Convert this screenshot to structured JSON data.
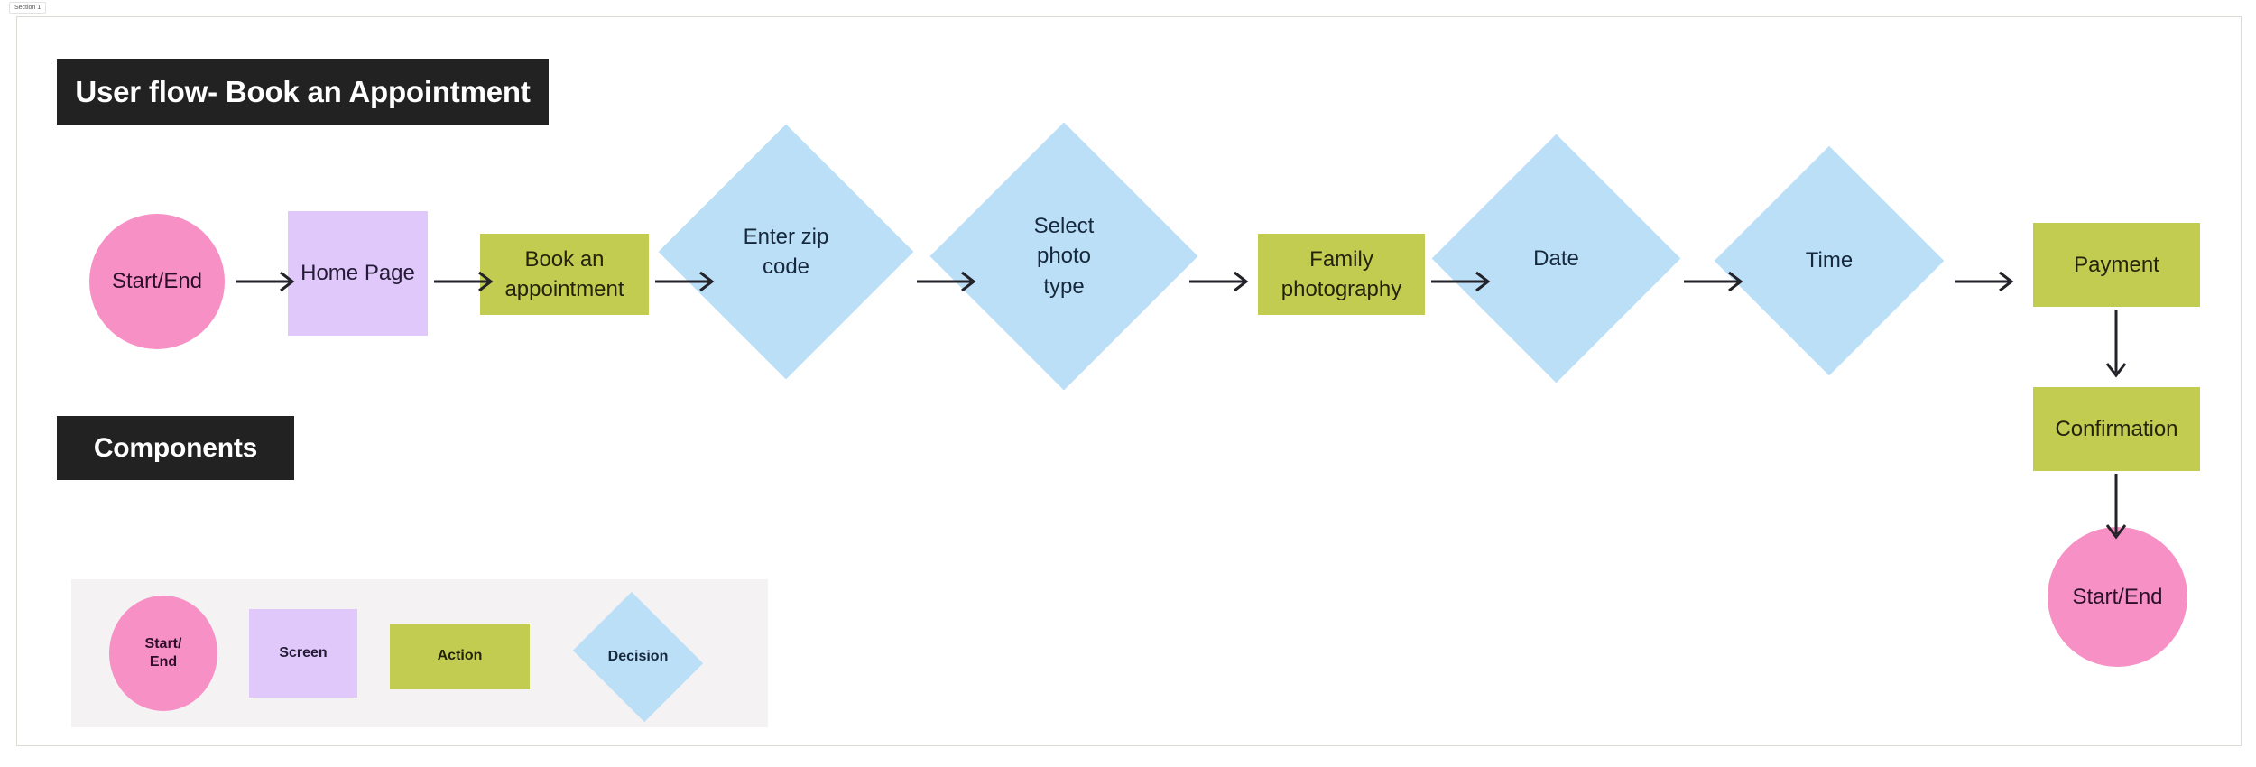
{
  "section": {
    "tab_label": "Section 1"
  },
  "banners": {
    "title_main": "User flow",
    "title_rest": "- Book an Appointment",
    "components": "Components"
  },
  "flow": {
    "nodes": [
      {
        "id": "start",
        "label": "Start/End",
        "type": "terminal",
        "color": "#F790C4"
      },
      {
        "id": "home",
        "label": "Home Page",
        "type": "screen",
        "color": "#E0C8FB"
      },
      {
        "id": "book",
        "label": "Book an appointment",
        "type": "action",
        "color": "#C2CC51"
      },
      {
        "id": "zip",
        "label": "Enter zip code",
        "type": "decision",
        "color": "#BCDFF8"
      },
      {
        "id": "phototype",
        "label": "Select photo type",
        "type": "decision",
        "color": "#BCDFF8"
      },
      {
        "id": "family",
        "label": "Family photography",
        "type": "action",
        "color": "#C2CC51"
      },
      {
        "id": "date",
        "label": "Date",
        "type": "decision",
        "color": "#BCDFF8"
      },
      {
        "id": "time",
        "label": "Time",
        "type": "decision",
        "color": "#BCDFF8"
      },
      {
        "id": "payment",
        "label": "Payment",
        "type": "action",
        "color": "#C2CC51"
      },
      {
        "id": "confirmation",
        "label": "Confirmation",
        "type": "action",
        "color": "#C2CC51"
      },
      {
        "id": "end",
        "label": "Start/End",
        "type": "terminal",
        "color": "#F790C4"
      }
    ],
    "node_lines": {
      "book": [
        "Book an",
        "appointment"
      ],
      "zip": [
        "Enter zip",
        "code"
      ],
      "phototype": [
        "Select",
        "photo",
        "type"
      ],
      "family": [
        "Family",
        "photography"
      ]
    },
    "edges": [
      {
        "from": "start",
        "to": "home",
        "direction": "right"
      },
      {
        "from": "home",
        "to": "book",
        "direction": "right"
      },
      {
        "from": "book",
        "to": "zip",
        "direction": "right"
      },
      {
        "from": "zip",
        "to": "phototype",
        "direction": "right"
      },
      {
        "from": "phototype",
        "to": "family",
        "direction": "right"
      },
      {
        "from": "family",
        "to": "date",
        "direction": "right"
      },
      {
        "from": "date",
        "to": "time",
        "direction": "right"
      },
      {
        "from": "time",
        "to": "payment",
        "direction": "right"
      },
      {
        "from": "payment",
        "to": "confirmation",
        "direction": "down"
      },
      {
        "from": "confirmation",
        "to": "end",
        "direction": "down"
      }
    ]
  },
  "legend": {
    "panel_color": "#F4F2F3",
    "items": [
      {
        "id": "terminal",
        "label": "Start/ End",
        "lines": [
          "Start/",
          "End"
        ],
        "shape": "ellipse",
        "color": "#F790C4"
      },
      {
        "id": "screen",
        "label": "Screen",
        "lines": [
          "Screen"
        ],
        "shape": "square",
        "color": "#E0C8FB"
      },
      {
        "id": "action",
        "label": "Action",
        "lines": [
          "Action"
        ],
        "shape": "rect",
        "color": "#C2CC51"
      },
      {
        "id": "decision",
        "label": "Decision",
        "lines": [
          "Decision"
        ],
        "shape": "diamond",
        "color": "#BCDFF8"
      }
    ]
  },
  "colors": {
    "banner_bg": "#222222",
    "banner_text": "#ffffff",
    "canvas_bg": "#ffffff",
    "canvas_border": "#dcdcd5",
    "arrow": "#222228"
  }
}
